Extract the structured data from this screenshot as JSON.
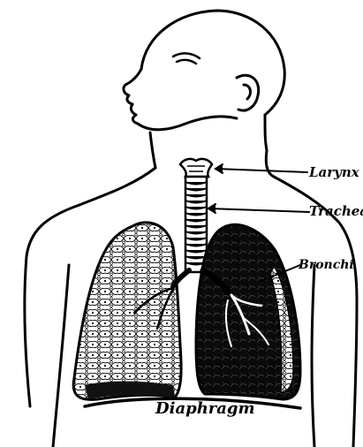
{
  "labels": {
    "larynx": "Larynx",
    "trachea": "Trachea",
    "bronchi": "Bronchi",
    "diaphragm": "Diaphragm"
  },
  "colors": {
    "ink": "#000000",
    "paper": "#ffffff"
  }
}
